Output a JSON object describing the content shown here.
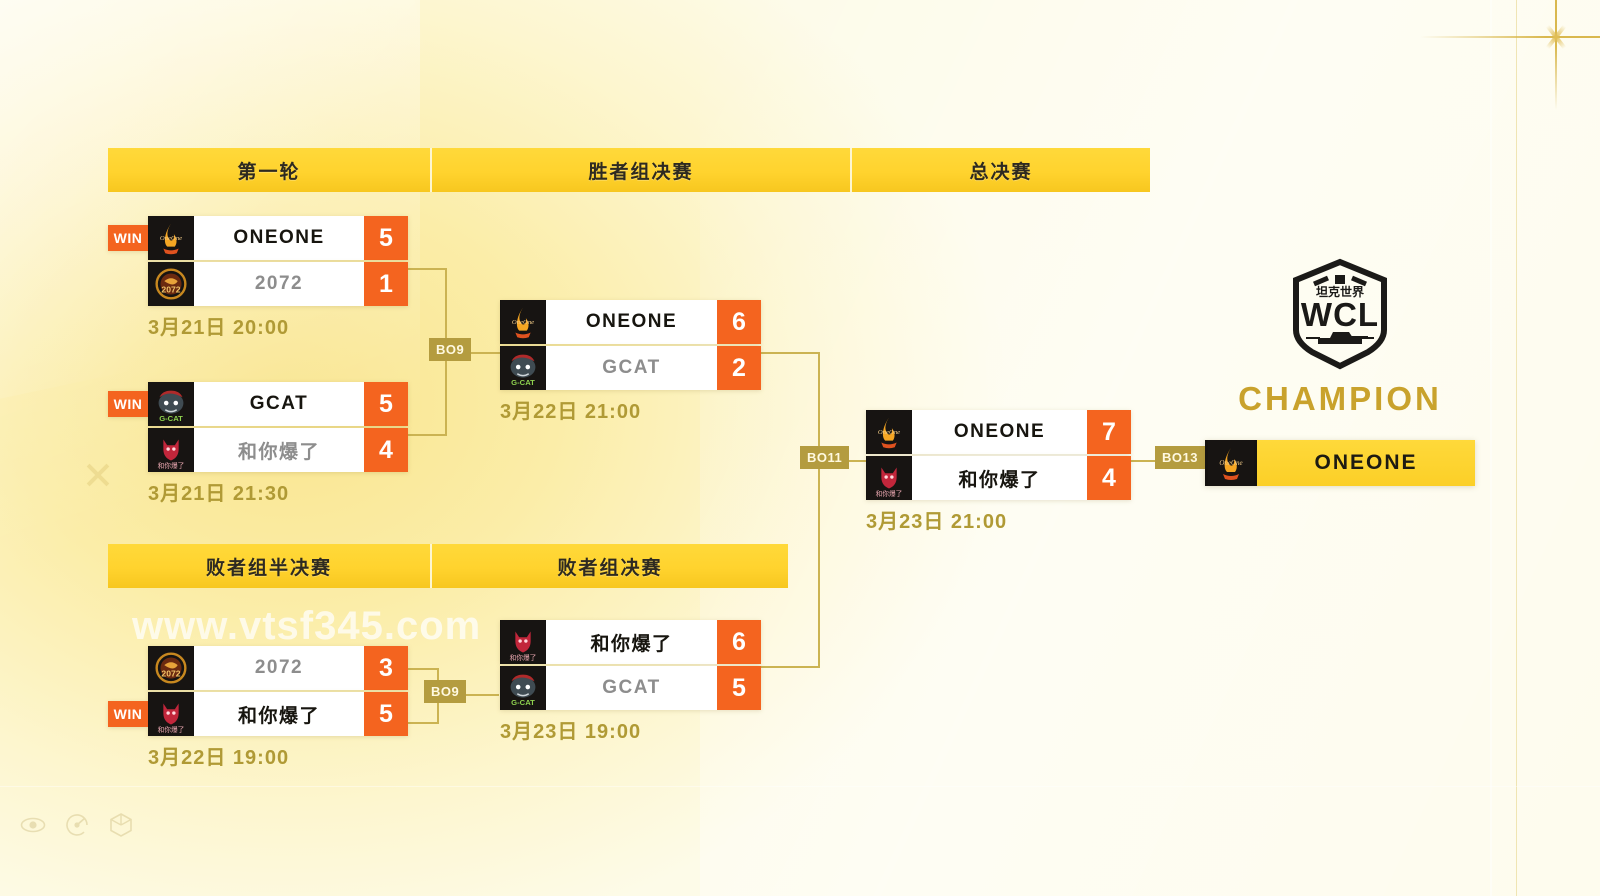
{
  "watermark": {
    "url": "www.vtsf345.com"
  },
  "headers": {
    "upper": [
      {
        "label": "第一轮"
      },
      {
        "label": "胜者组决赛"
      },
      {
        "label": "总决赛"
      }
    ],
    "lower": [
      {
        "label": "败者组半决赛"
      },
      {
        "label": "败者组决赛"
      }
    ]
  },
  "matches": {
    "r1m1": {
      "date": "3月21日 20:00",
      "win_label": "WIN",
      "top": {
        "team": "ONEONE",
        "logo": "oneone",
        "score": "5",
        "winner": true
      },
      "bottom": {
        "team": "2072",
        "logo": "2072",
        "score": "1",
        "winner": false
      }
    },
    "r1m2": {
      "date": "3月21日 21:30",
      "win_label": "WIN",
      "top": {
        "team": "GCAT",
        "logo": "gcat",
        "score": "5",
        "winner": true
      },
      "bottom": {
        "team": "和你爆了",
        "logo": "hnbl",
        "score": "4",
        "winner": false
      }
    },
    "wbfinal": {
      "date": "3月22日 21:00",
      "top": {
        "team": "ONEONE",
        "logo": "oneone",
        "score": "6",
        "winner": true
      },
      "bottom": {
        "team": "GCAT",
        "logo": "gcat",
        "score": "2",
        "winner": false
      }
    },
    "lbsemi": {
      "date": "3月22日 19:00",
      "win_label": "WIN",
      "top": {
        "team": "2072",
        "logo": "2072",
        "score": "3",
        "winner": false
      },
      "bottom": {
        "team": "和你爆了",
        "logo": "hnbl",
        "score": "5",
        "winner": true
      }
    },
    "lbfinal": {
      "date": "3月23日 19:00",
      "top": {
        "team": "和你爆了",
        "logo": "hnbl",
        "score": "6",
        "winner": true
      },
      "bottom": {
        "team": "GCAT",
        "logo": "gcat",
        "score": "5",
        "winner": false
      }
    },
    "grandfinal": {
      "date": "3月23日 21:00",
      "top": {
        "team": "ONEONE",
        "logo": "oneone",
        "score": "7",
        "winner": true
      },
      "bottom": {
        "team": "和你爆了",
        "logo": "hnbl",
        "score": "4",
        "winner": false
      }
    }
  },
  "series_badges": {
    "r1_to_wbfinal": "BO9",
    "lbsemi_to_lbfinal": "BO9",
    "to_grandfinal": "BO11",
    "to_champion": "BO13"
  },
  "champion": {
    "logo_title_cn": "坦克世界",
    "logo_text": "WCL",
    "label": "CHAMPION",
    "team": "ONEONE",
    "logo": "oneone"
  },
  "toolbar_icons": [
    {
      "name": "eye-icon"
    },
    {
      "name": "gauge-icon"
    },
    {
      "name": "cube-icon"
    }
  ],
  "colors": {
    "accent_orange": "#f4641f",
    "header_yellow": "#ffd32e",
    "connector_gold": "#cbb352",
    "champion_gold": "#c9a22c"
  }
}
